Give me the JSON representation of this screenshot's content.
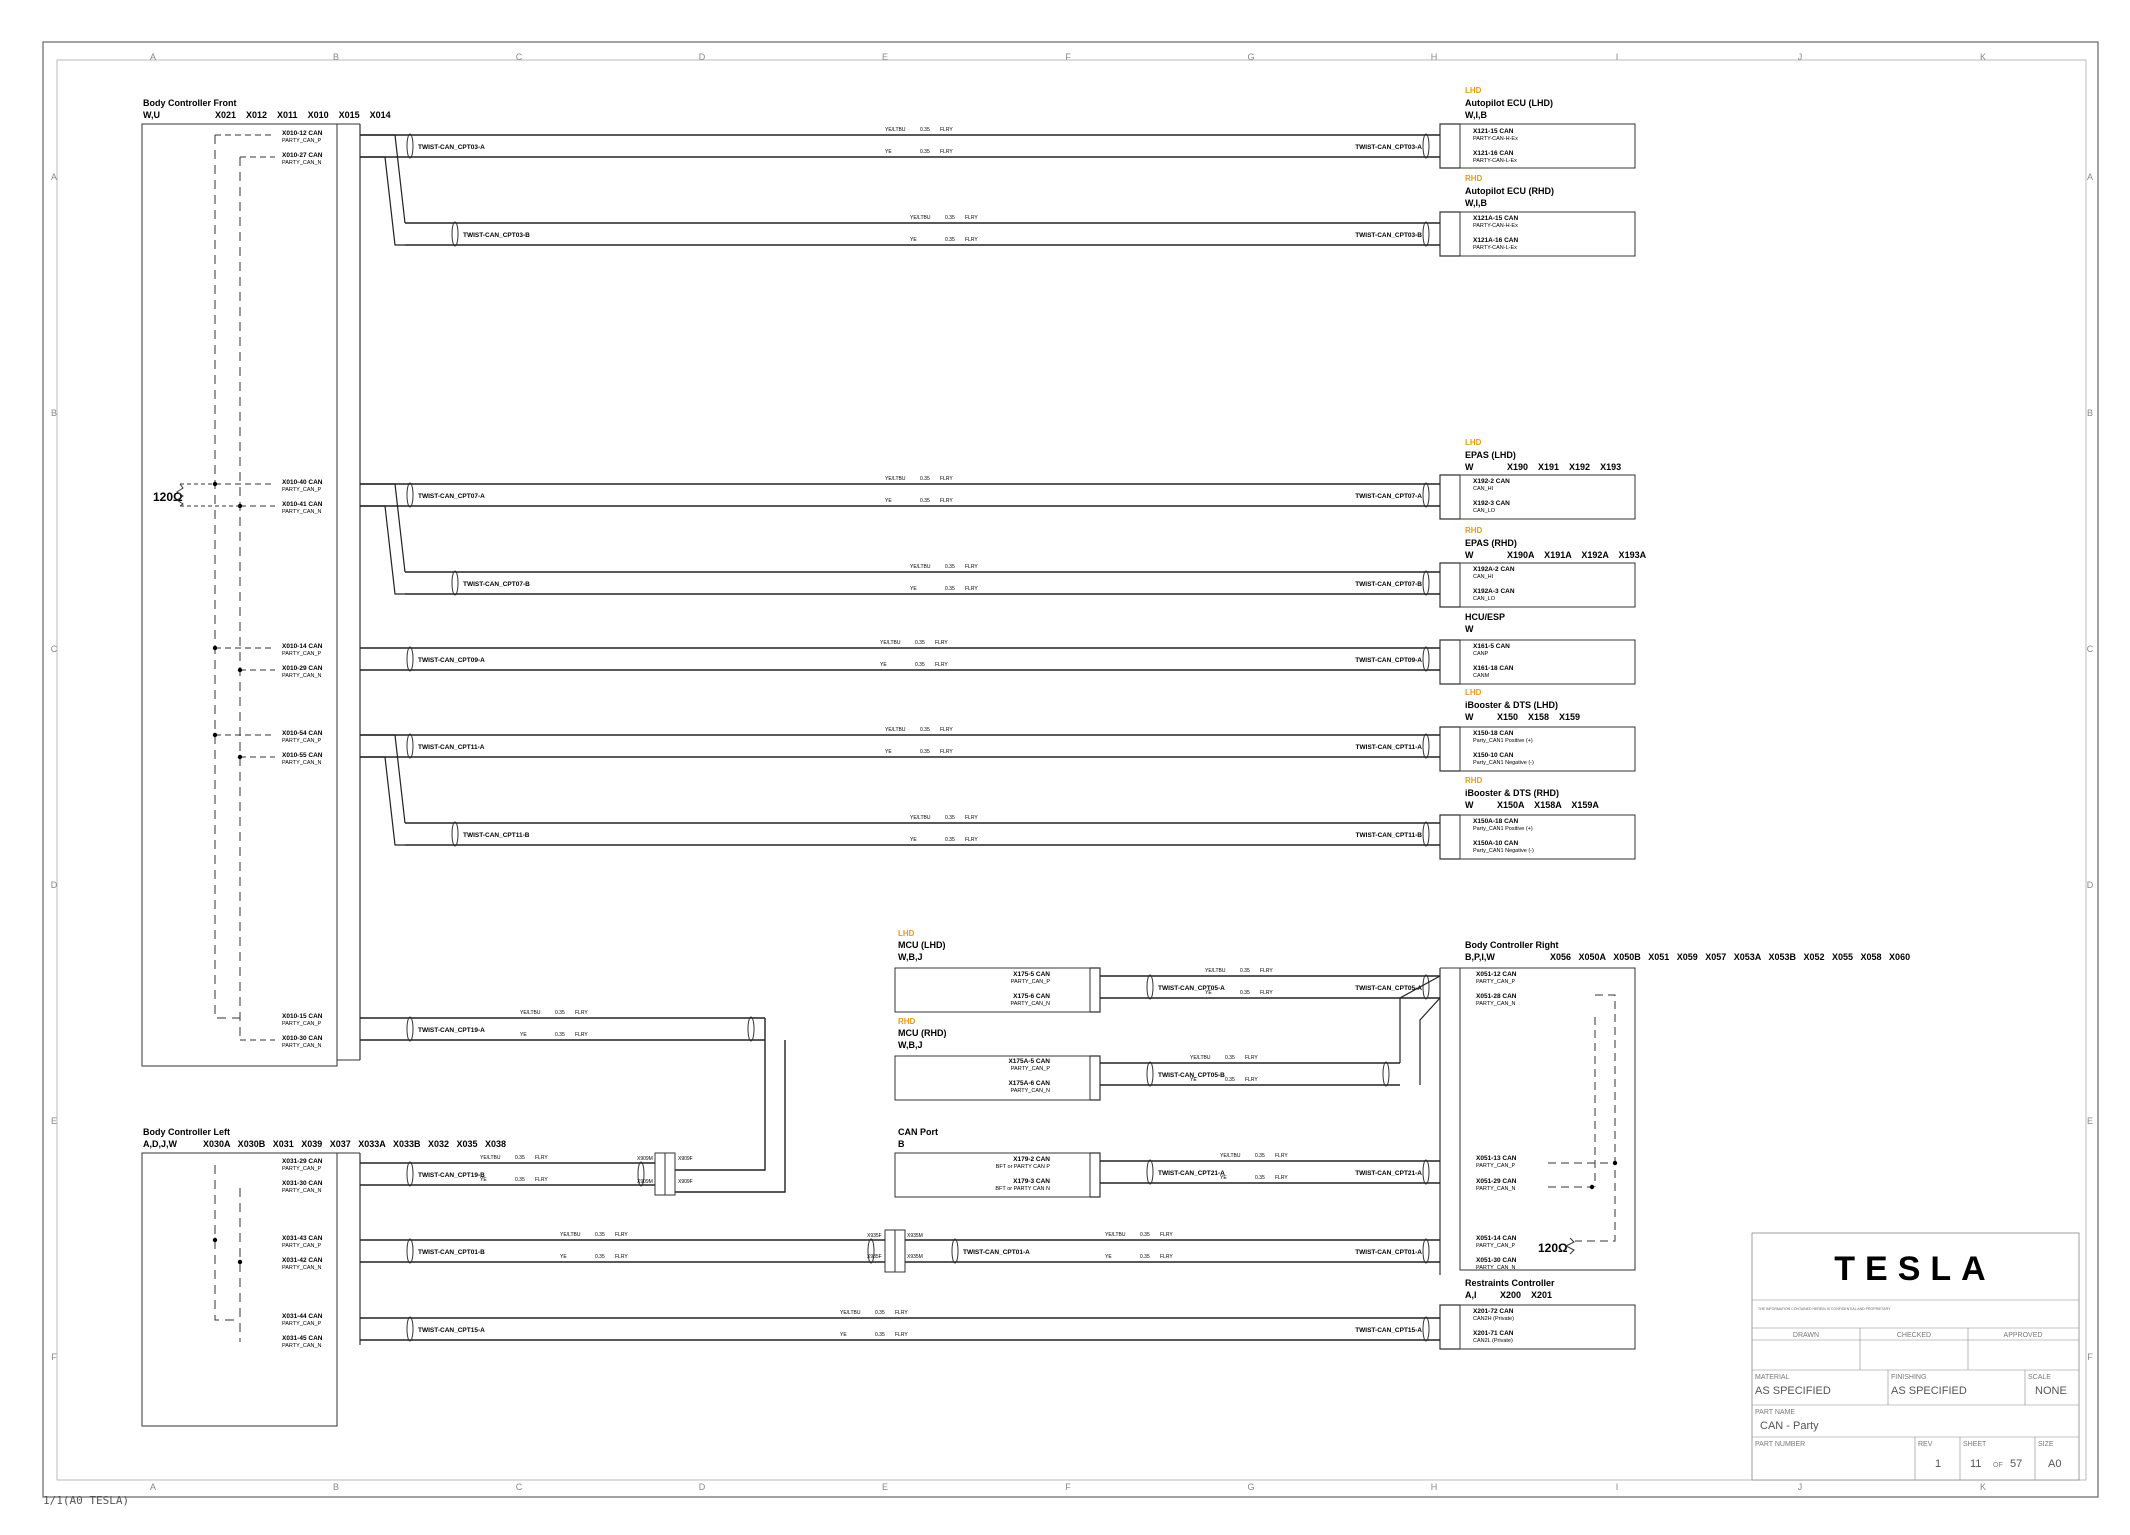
{
  "grid": {
    "columns": [
      "A",
      "B",
      "C",
      "D",
      "E",
      "F",
      "G",
      "H",
      "I",
      "J",
      "K"
    ],
    "rows": [
      "A",
      "B",
      "C",
      "D",
      "E",
      "F"
    ]
  },
  "blocks": {
    "bcf": {
      "title": "Body Controller Front",
      "sub": "W,U",
      "connectors": "X021    X012    X011    X010    X015    X014"
    },
    "bcl": {
      "title": "Body Controller Left",
      "sub": "A,D,J,W",
      "connectors": "X030A   X030B   X031   X039   X037   X033A   X033B   X032   X035   X038"
    },
    "bcr": {
      "title": "Body Controller Right",
      "sub": "B,P,I,W",
      "connectors": "X056   X050A   X050B   X051   X059   X057   X053A   X053B   X052   X055   X058   X060"
    },
    "ap_lhd": {
      "variant": "LHD",
      "title": "Autopilot ECU (LHD)",
      "sub": "W,I,B"
    },
    "ap_rhd": {
      "variant": "RHD",
      "title": "Autopilot ECU (RHD)",
      "sub": "W,I,B"
    },
    "epas_lhd": {
      "variant": "LHD",
      "title": "EPAS (LHD)",
      "sub": "W",
      "connectors": "X190    X191    X192    X193"
    },
    "epas_rhd": {
      "variant": "RHD",
      "title": "EPAS (RHD)",
      "sub": "W",
      "connectors": "X190A    X191A    X192A    X193A"
    },
    "hcu": {
      "title": "HCU/ESP",
      "sub": "W"
    },
    "ib_lhd": {
      "variant": "LHD",
      "title": "iBooster & DTS (LHD)",
      "sub": "W",
      "connectors": "X150    X158    X159"
    },
    "ib_rhd": {
      "variant": "RHD",
      "title": "iBooster & DTS (RHD)",
      "sub": "W",
      "connectors": "X150A    X158A    X159A"
    },
    "mcu_lhd": {
      "variant": "LHD",
      "title": "MCU (LHD)",
      "sub": "W,B,J"
    },
    "mcu_rhd": {
      "variant": "RHD",
      "title": "MCU (RHD)",
      "sub": "W,B,J"
    },
    "canport": {
      "title": "CAN Port",
      "sub": "B"
    },
    "restraints": {
      "title": "Restraints Controller",
      "sub": "A,I",
      "connectors": "X200    X201"
    }
  },
  "pins": {
    "bcf": [
      "X010-12 CAN",
      "PARTY_CAN_P",
      "X010-27 CAN",
      "PARTY_CAN_N",
      "X010-40 CAN",
      "PARTY_CAN_P",
      "X010-41 CAN",
      "PARTY_CAN_N",
      "X010-14 CAN",
      "PARTY_CAN_P",
      "X010-29 CAN",
      "PARTY_CAN_N",
      "X010-54 CAN",
      "PARTY_CAN_P",
      "X010-55 CAN",
      "PARTY_CAN_N",
      "X010-15 CAN",
      "PARTY_CAN_P",
      "X010-30 CAN",
      "PARTY_CAN_N"
    ],
    "bcl": [
      "X031-29 CAN",
      "PARTY_CAN_P",
      "X031-30 CAN",
      "PARTY_CAN_N",
      "X031-43 CAN",
      "PARTY_CAN_P",
      "X031-42 CAN",
      "PARTY_CAN_N",
      "X031-44 CAN",
      "PARTY_CAN_P",
      "X031-45 CAN",
      "PARTY_CAN_N"
    ],
    "bcr": [
      "X051-12 CAN",
      "PARTY_CAN_P",
      "X051-28 CAN",
      "PARTY_CAN_N",
      "X051-13 CAN",
      "PARTY_CAN_P",
      "X051-29 CAN",
      "PARTY_CAN_N",
      "X051-14 CAN",
      "PARTY_CAN_P",
      "X051-30 CAN",
      "PARTY_CAN_N"
    ],
    "ap_lhd": [
      "X121-15 CAN",
      "PARTY-CAN-H-Ex",
      "X121-16 CAN",
      "PARTY-CAN-L-Ex"
    ],
    "ap_rhd": [
      "X121A-15 CAN",
      "PARTY-CAN-H-Ex",
      "X121A-16 CAN",
      "PARTY-CAN-L-Ex"
    ],
    "epas_lhd": [
      "X192-2 CAN",
      "CAN_HI",
      "X192-3 CAN",
      "CAN_LO"
    ],
    "epas_rhd": [
      "X192A-2 CAN",
      "CAN_HI",
      "X192A-3 CAN",
      "CAN_LO"
    ],
    "hcu": [
      "X161-5 CAN",
      "CANP",
      "X161-18 CAN",
      "CANM"
    ],
    "ib_lhd": [
      "X150-18 CAN",
      "Party_CAN1 Positive (+)",
      "X150-10 CAN",
      "Party_CAN1 Negative (-)"
    ],
    "ib_rhd": [
      "X150A-18 CAN",
      "Party_CAN1 Positive (+)",
      "X150A-10 CAN",
      "Party_CAN1 Negative (-)"
    ],
    "mcu_lhd": [
      "X175-5 CAN",
      "PARTY_CAN_P",
      "X175-6 CAN",
      "PARTY_CAN_N"
    ],
    "mcu_rhd": [
      "X175A-5 CAN",
      "PARTY_CAN_P",
      "X175A-6 CAN",
      "PARTY_CAN_N"
    ],
    "canport": [
      "X179-2 CAN",
      "BFT or PARTY CAN P",
      "X179-3 CAN",
      "BFT or PARTY CAN N"
    ],
    "restraints": [
      "X201-72 CAN",
      "CAN2H (Private)",
      "X201-71 CAN",
      "CAN2L (Private)"
    ]
  },
  "twists": [
    "TWIST-CAN_CPT03-A",
    "TWIST-CAN_CPT03-B",
    "TWIST-CAN_CPT07-A",
    "TWIST-CAN_CPT07-B",
    "TWIST-CAN_CPT09-A",
    "TWIST-CAN_CPT11-A",
    "TWIST-CAN_CPT11-B",
    "TWIST-CAN_CPT19-A",
    "TWIST-CAN_CPT19-B",
    "TWIST-CAN_CPT01-B",
    "TWIST-CAN_CPT01-A",
    "TWIST-CAN_CPT15-A",
    "TWIST-CAN_CPT05-A",
    "TWIST-CAN_CPT05-B",
    "TWIST-CAN_CPT21-A"
  ],
  "resistors": {
    "r1": "120Ω",
    "r2": "120Ω"
  },
  "inline": {
    "x909m": "X909M",
    "x909f": "X909F",
    "x935f": "X935F",
    "x935m": "X935M"
  },
  "wire_colors": {
    "a": "YE/LTBU",
    "b": "YE",
    "gauge": "0.35",
    "type": "FLRY"
  },
  "titleblock": {
    "brand": "TESLA",
    "drawn": "DRAWN",
    "checked": "CHECKED",
    "approved": "APPROVED",
    "material_label": "MATERIAL",
    "material": "AS SPECIFIED",
    "finishing_label": "FINISHING",
    "finishing": "AS SPECIFIED",
    "scale_label": "SCALE",
    "scale": "NONE",
    "part_name_label": "PART NAME",
    "part_name": "CAN - Party",
    "part_number_label": "PART NUMBER",
    "rev_label": "REV",
    "rev": "1",
    "sheet_label": "SHEET",
    "sheet": "11",
    "of": "OF",
    "sheet_total": "57",
    "size_label": "SIZE",
    "size": "A0"
  },
  "footer": "1/1(A0 TESLA)"
}
